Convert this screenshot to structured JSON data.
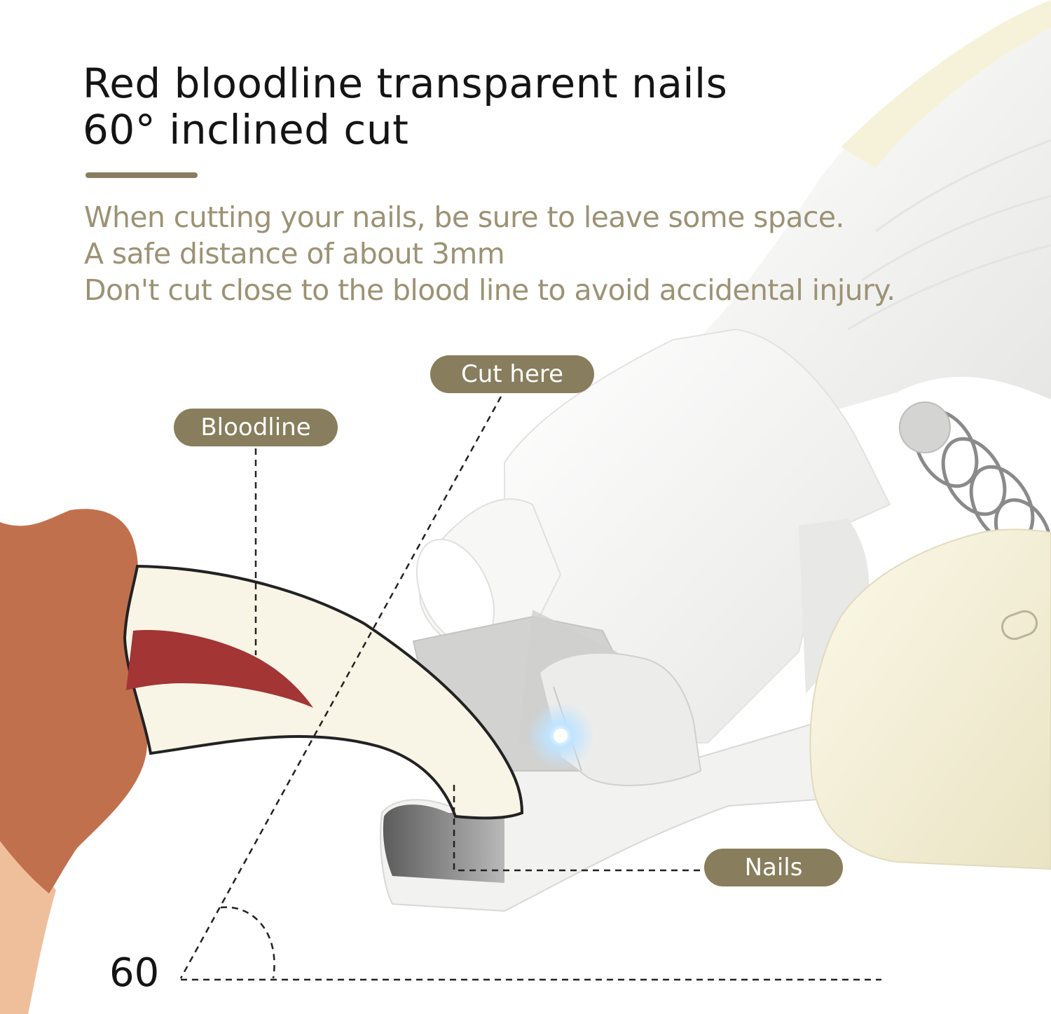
{
  "header": {
    "title_line1": "Red bloodline transparent nails",
    "title_line2": "60° inclined cut"
  },
  "description": {
    "line1": "When cutting your nails, be sure to leave some space.",
    "line2": "A safe distance of about 3mm",
    "line3": "Don't cut close to the blood line to avoid accidental injury."
  },
  "labels": {
    "cut_here": "Cut here",
    "bloodline": "Bloodline",
    "nails": "Nails",
    "angle": "60"
  },
  "colors": {
    "accent": "#887d5c",
    "title_text": "#141414",
    "description_text": "#9c9274",
    "paw": "#c1704e",
    "bloodline": "#a33535",
    "clipper_body": "#f3f3f2",
    "clipper_handle": "#f5f1dc"
  }
}
